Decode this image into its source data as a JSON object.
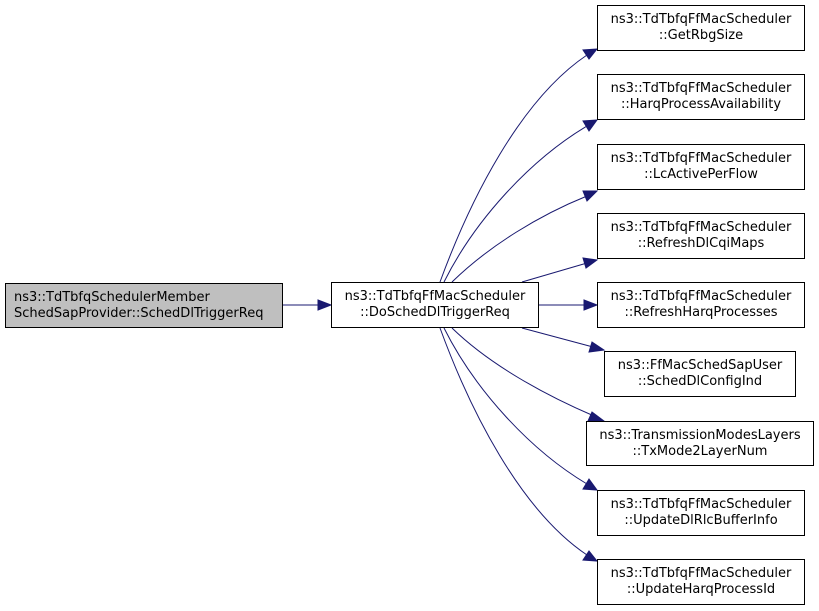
{
  "colors": {
    "edge": "#191970",
    "root_fill": "#bfbfbf",
    "node_fill": "#ffffff",
    "border": "#000000"
  },
  "root": {
    "line1": "ns3::TdTbfqSchedulerMember",
    "line2": "SchedSapProvider::SchedDlTriggerReq"
  },
  "center": {
    "line1": "ns3::TdTbfqFfMacScheduler",
    "line2": "::DoSchedDlTriggerReq"
  },
  "callees": [
    {
      "line1": "ns3::TdTbfqFfMacScheduler",
      "line2": "::GetRbgSize"
    },
    {
      "line1": "ns3::TdTbfqFfMacScheduler",
      "line2": "::HarqProcessAvailability"
    },
    {
      "line1": "ns3::TdTbfqFfMacScheduler",
      "line2": "::LcActivePerFlow"
    },
    {
      "line1": "ns3::TdTbfqFfMacScheduler",
      "line2": "::RefreshDlCqiMaps"
    },
    {
      "line1": "ns3::TdTbfqFfMacScheduler",
      "line2": "::RefreshHarqProcesses"
    },
    {
      "line1": "ns3::FfMacSchedSapUser",
      "line2": "::SchedDlConfigInd"
    },
    {
      "line1": "ns3::TransmissionModesLayers",
      "line2": "::TxMode2LayerNum"
    },
    {
      "line1": "ns3::TdTbfqFfMacScheduler",
      "line2": "::UpdateDlRlcBufferInfo"
    },
    {
      "line1": "ns3::TdTbfqFfMacScheduler",
      "line2": "::UpdateHarqProcessId"
    }
  ]
}
